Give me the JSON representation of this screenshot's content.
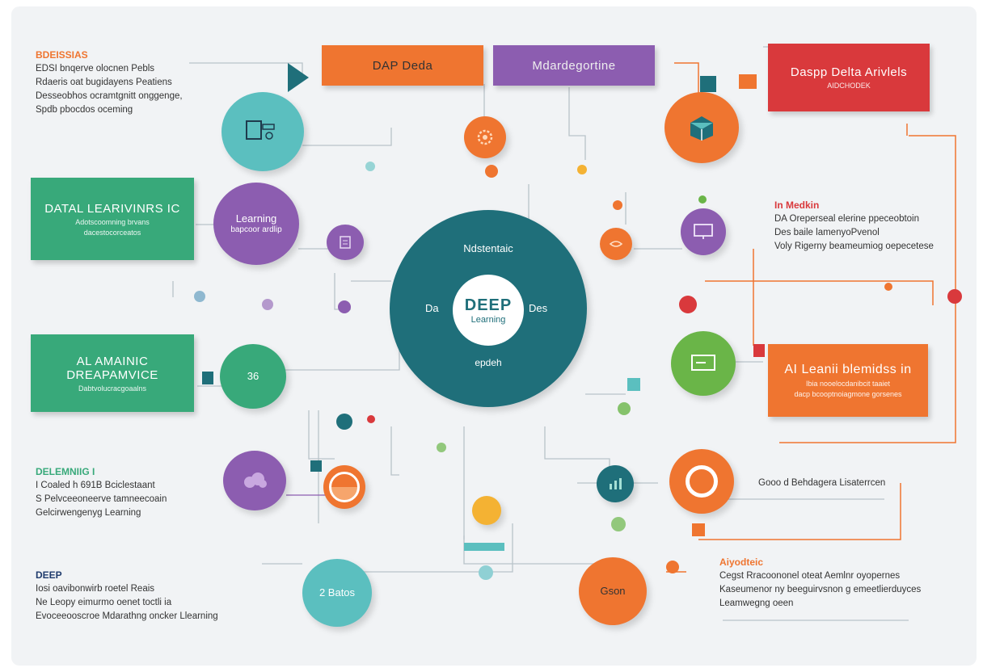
{
  "colors": {
    "teal": "#5bbfbf",
    "dark_teal": "#1f6f7a",
    "purple": "#8c5db0",
    "orange": "#ef7530",
    "green": "#38a97a",
    "red": "#d9393c",
    "lime": "#6ab548",
    "background": "#f1f3f5"
  },
  "top_boxes": {
    "box1": "DAP Deda",
    "box2": "Mdardegortine",
    "box3_title": "Daspp Delta Arivlels",
    "box3_sub": "AIDCHODEK"
  },
  "left_boxes": {
    "box1_title": "DATAL LEARIVINRS IC",
    "box1_sub1": "Adotscoomning brvans",
    "box1_sub2": "dacestocorceatos",
    "box2_title1": "AL AMAINIC",
    "box2_title2": "DREAPAMVICE",
    "box2_sub": "Dabtvolucracgoaalns"
  },
  "right_box": {
    "title": "AI Leanii blemidss in",
    "sub1": "Ibia nooelocdanibcit taaiet",
    "sub2": "dacp bcooptnoiagmone gorsenes"
  },
  "center": {
    "outer_label": "Ndstentaic",
    "left_label": "Da",
    "right_label": "Des",
    "bottom_label": "epdeh",
    "inner_title": "DEEP",
    "inner_sub": "Learning"
  },
  "circles": {
    "learning_title": "Learning",
    "learning_sub": "bapcoor ardlip",
    "teal_36": "36",
    "bottom_teal": "2 Batos",
    "bottom_orange": "Gson"
  },
  "text_blocks": {
    "top_left": {
      "heading": "BDEISSIAS",
      "lines": [
        "EDSI bnqerve olocnen Pebls",
        "Rdaeris oat bugidayens Peatiens",
        "Desseobhos ocramtgnitt onggenge,",
        "Spdb pbocdos oceming"
      ]
    },
    "mid_left": {
      "heading": "DELEMNIIG I",
      "lines": [
        "I Coaled h 691B Bciclestaant",
        "S Pelvceeoneerve tamneecoain",
        "Gelcirwengenyg Learning"
      ]
    },
    "bottom_left": {
      "heading": "DEEP",
      "lines": [
        "Iosi oavibonwirb roetel Reais",
        "Ne Leopy eimurmo oenet toctli ia",
        "Evoceeooscroe Mdarathng oncker Llearning"
      ]
    },
    "right_mid": {
      "heading": "In Medkin",
      "lines": [
        "DA Oreperseal elerine ppeceobtoin",
        "Des baile lamenyoPvenol",
        "Voly Rigerny beameumiog oepecetese"
      ]
    },
    "right_lower": {
      "line": "Gooo d Behdagera Lisaterrcen"
    },
    "bottom_right": {
      "heading": "Aiyodteic",
      "lines": [
        "Cegst Rracoononel oteat Aemlnr oyopernes",
        "Kaseumenor ny beeguirvsnon g emeetlierduyces",
        "Leamwegng oeen"
      ]
    }
  }
}
